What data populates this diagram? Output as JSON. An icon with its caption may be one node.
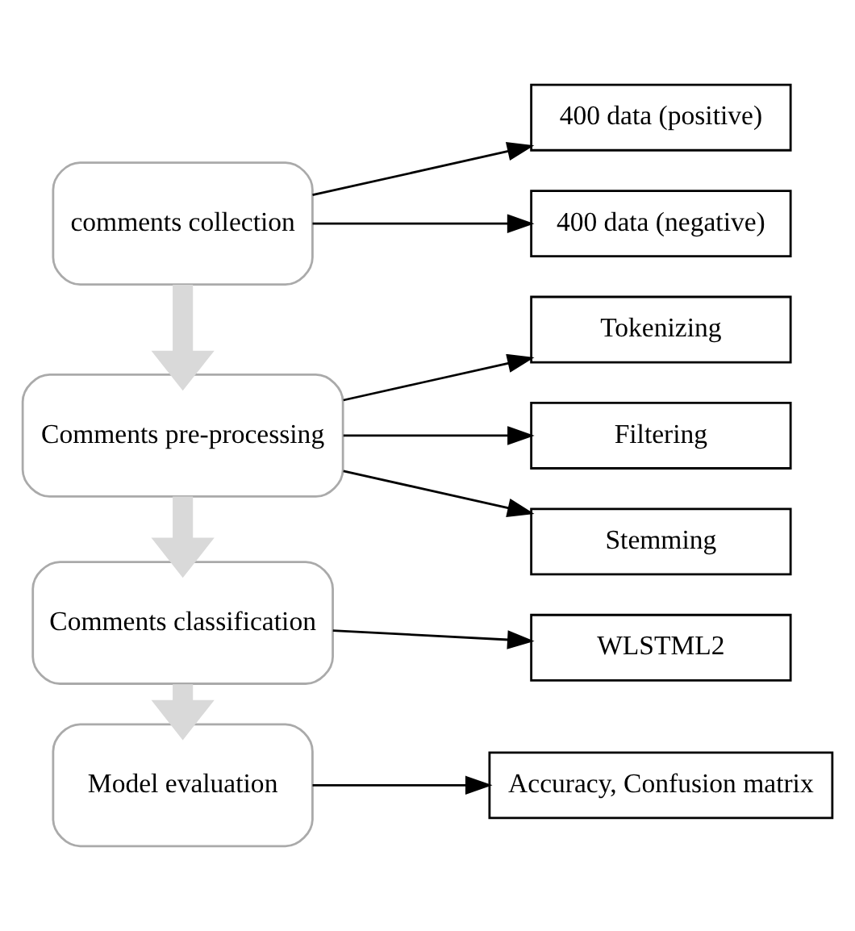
{
  "diagram": {
    "nodes": [
      {
        "text": [
          "comments collection"
        ]
      },
      {
        "text": [
          "400 data (positive)"
        ]
      },
      {
        "text": [
          "400 data (negative)"
        ]
      },
      {
        "text": [
          "Comments pre-processing"
        ]
      },
      {
        "text": [
          "Tokenizing"
        ]
      },
      {
        "text": [
          "Filtering"
        ]
      },
      {
        "text": [
          "Stemming"
        ]
      },
      {
        "text": [
          "Comments classification"
        ]
      },
      {
        "text": [
          "WLSTML2"
        ]
      },
      {
        "text": [
          "Model evaluation"
        ]
      },
      {
        "text": [
          "Accuracy, Confusion matrix"
        ]
      }
    ],
    "edges": [
      {
        "from": 0,
        "to": 1,
        "arrow": "to"
      },
      {
        "from": 0,
        "to": 2,
        "arrow": "to"
      },
      {
        "from": 0,
        "to": 3,
        "arrow": "to",
        "style": "thick",
        "color": "#d9d9d9"
      },
      {
        "from": 3,
        "to": 4,
        "arrow": "to"
      },
      {
        "from": 3,
        "to": 5,
        "arrow": "to"
      },
      {
        "from": 3,
        "to": 6,
        "arrow": "to"
      },
      {
        "from": 3,
        "to": 7,
        "arrow": "to",
        "style": "thick",
        "color": "#d9d9d9"
      },
      {
        "from": 7,
        "to": 8,
        "arrow": "to"
      },
      {
        "from": 7,
        "to": 9,
        "arrow": "to",
        "style": "thick",
        "color": "#d9d9d9"
      },
      {
        "from": 9,
        "to": 10,
        "arrow": "to"
      }
    ]
  }
}
